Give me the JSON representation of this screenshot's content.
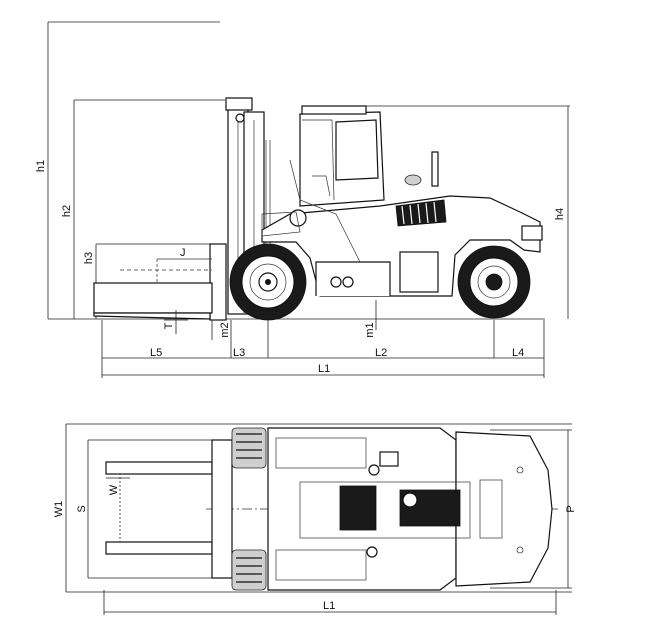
{
  "side_view": {
    "labels": {
      "h1": "h1",
      "h2": "h2",
      "h3": "h3",
      "h4": "h4",
      "J": "J",
      "T": "T",
      "m2": "m2",
      "m1": "m1",
      "L5": "L5",
      "L3": "L3",
      "L2": "L2",
      "L4": "L4",
      "L1": "L1"
    }
  },
  "top_view": {
    "labels": {
      "W1": "W1",
      "S": "S",
      "W": "W",
      "P": "P",
      "L1": "L1"
    }
  }
}
